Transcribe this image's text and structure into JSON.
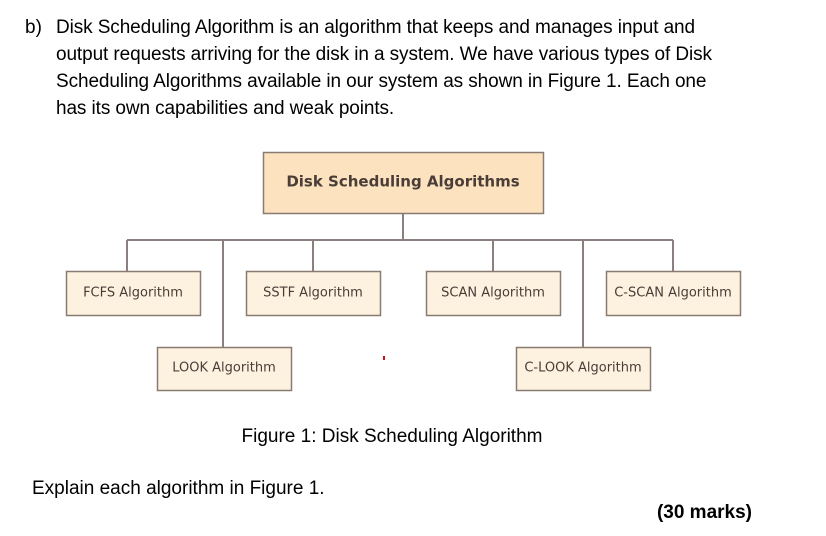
{
  "question": {
    "label": "b)",
    "lines": [
      "Disk Scheduling Algorithm is an algorithm that keeps and manages input and",
      "output requests arriving for the disk in a system. We have various types of Disk",
      "Scheduling Algorithms available in our system as shown in Figure 1. Each one",
      "has its own capabilities and weak points."
    ]
  },
  "diagram": {
    "root": "Disk Scheduling Algorithms",
    "children": [
      "FCFS Algorithm",
      "SSTF Algorithm",
      "SCAN Algorithm",
      "C-SCAN Algorithm",
      "LOOK Algorithm",
      "C-LOOK Algorithm"
    ],
    "colors": {
      "root_fill": "#fde2c0",
      "leaf_fill": "#fdf1e0",
      "border": "#8a7b72",
      "connector": "#8a8080",
      "text": "#4a3d38"
    }
  },
  "caption": "Figure 1: Disk Scheduling Algorithm",
  "instruction": "Explain each algorithm in Figure 1.",
  "marks": "(30 marks)"
}
